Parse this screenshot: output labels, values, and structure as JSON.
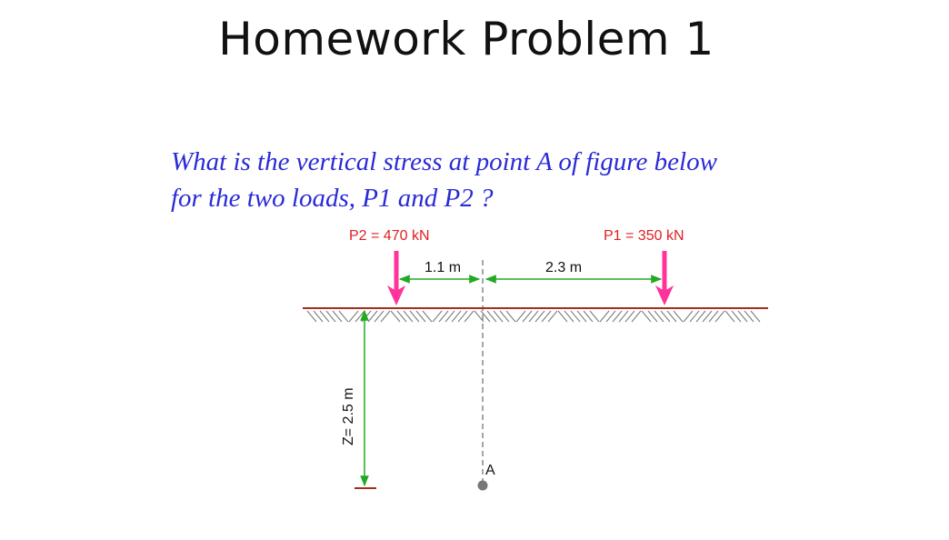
{
  "slide": {
    "title": "Homework Problem 1",
    "question_line1": "What is the vertical stress at point A of figure below",
    "question_line2": "for the two loads, P1 and P2 ?"
  },
  "figure": {
    "load_p2_label": "P2 = 470 kN",
    "load_p1_label": "P1 = 350 kN",
    "dist_left_label": "1.1 m",
    "dist_right_label": "2.3 m",
    "depth_label": "Z= 2.5 m",
    "point_label": "A",
    "colors": {
      "load_label": "#e02020",
      "load_arrow": "#ff3399",
      "dimension": "#22aa22",
      "ground": "#a0301a",
      "text": "#111111",
      "axis": "#888888",
      "point": "#777777"
    }
  }
}
